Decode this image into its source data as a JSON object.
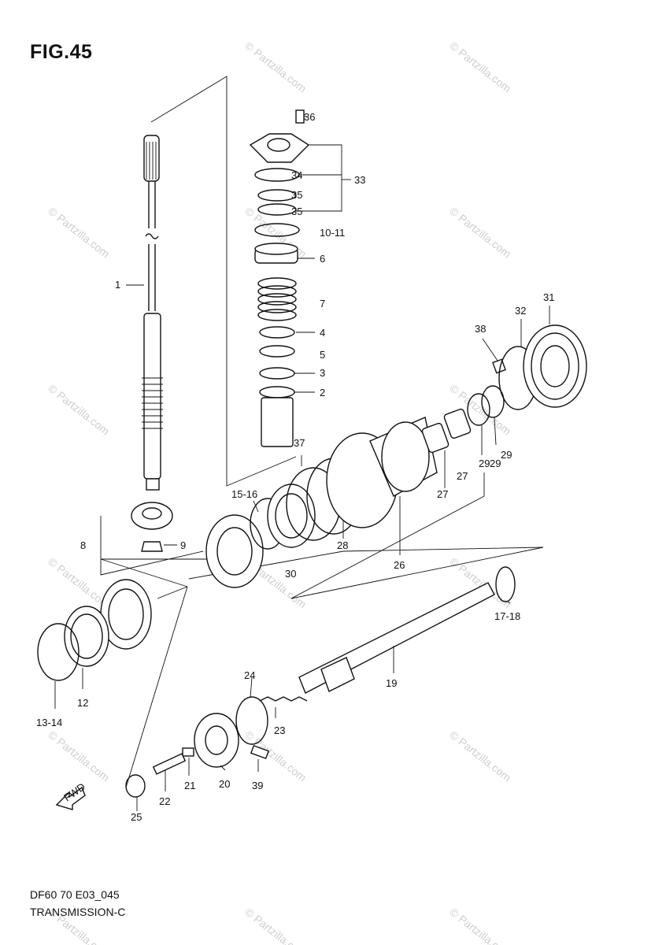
{
  "figure": {
    "title": "FIG.45",
    "model_code": "DF60 70 E03_045",
    "section_name": "TRANSMISSION-C"
  },
  "watermark": "© Partzilla.com",
  "direction_arrow": "FWD",
  "callouts": {
    "c1": "1",
    "c2": "2",
    "c3": "3",
    "c4": "4",
    "c5": "5",
    "c6": "6",
    "c7": "7",
    "c8": "8",
    "c9": "9",
    "c10_11": "10-11",
    "c12": "12",
    "c13_14": "13-14",
    "c15_16": "15-16",
    "c17_18": "17-18",
    "c19": "19",
    "c20": "20",
    "c21": "21",
    "c22": "22",
    "c23": "23",
    "c24": "24",
    "c25": "25",
    "c26": "26",
    "c27a": "27",
    "c27b": "27",
    "c28": "28",
    "c29a": "29",
    "c29b": "29",
    "c29c": "29",
    "c30": "30",
    "c31": "31",
    "c32": "32",
    "c33": "33",
    "c34": "34",
    "c35a": "35",
    "c35b": "35",
    "c36": "36",
    "c37": "37",
    "c38": "38",
    "c39": "39"
  }
}
